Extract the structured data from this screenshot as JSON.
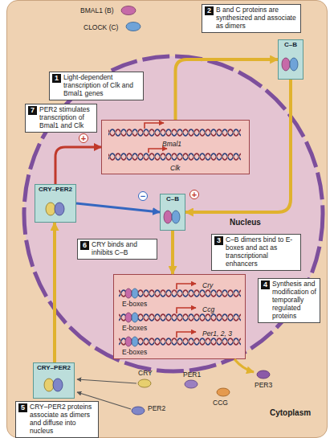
{
  "diagram": {
    "nodes": [
      {
        "text": [
          "Cytoplasm"
        ]
      },
      {
        "text": [
          "Nucleus"
        ],
        "in": 0
      },
      {
        "text": [
          "1",
          "Light-dependent transcription of Clk and Bmal1 genes"
        ],
        "in": 0
      },
      {
        "text": [
          "2",
          "B and C proteins are synthesized and associate as dimers"
        ],
        "in": 0
      },
      {
        "text": [
          "C–B"
        ],
        "in": 0
      },
      {
        "text": [
          "7",
          "PER2 stimulates transcription of Bmal1 and Clk"
        ],
        "in": 0
      },
      {
        "text": [
          "Bmal1",
          "Clk"
        ],
        "in": 1
      },
      {
        "text": [
          "CRY–PER2"
        ],
        "in": 1
      },
      {
        "text": [
          "C–B"
        ],
        "in": 1
      },
      {
        "text": [
          "3",
          "C–B dimers bind to E-boxes and act as transcriptional enhancers"
        ],
        "in": 1
      },
      {
        "text": [
          "6",
          "CRY binds and inhibits C–B"
        ],
        "in": 1
      },
      {
        "text": [
          "E-boxes",
          "Cry",
          "E-boxes",
          "Ccg",
          "E-boxes",
          "Per1, 2, 3"
        ],
        "in": 1
      },
      {
        "text": [
          "4",
          "Synthesis and modification of temporally regulated proteins"
        ],
        "in": 0
      },
      {
        "text": [
          "CRY–PER2"
        ],
        "in": 0
      },
      {
        "text": [
          "5",
          "CRY–PER2 proteins associate as dimers and diffuse into nucleus"
        ],
        "in": 0
      }
    ],
    "edges": [
      {
        "from": 6,
        "to": 4,
        "arrow": "to"
      },
      {
        "from": 4,
        "to": 8,
        "arrow": "to"
      },
      {
        "from": 8,
        "to": 11,
        "arrow": "to"
      },
      {
        "from": 13,
        "to": 7,
        "arrow": "to"
      },
      {
        "from": 7,
        "to": 8,
        "arrow": "to"
      },
      {
        "from": 7,
        "to": 6,
        "arrow": "to"
      }
    ],
    "labels": [
      "BMAL1 (B)",
      "CLOCK (C)",
      "+",
      "+",
      "−",
      "PER3",
      "CRY",
      "PER1",
      "CCG",
      "PER2"
    ]
  }
}
